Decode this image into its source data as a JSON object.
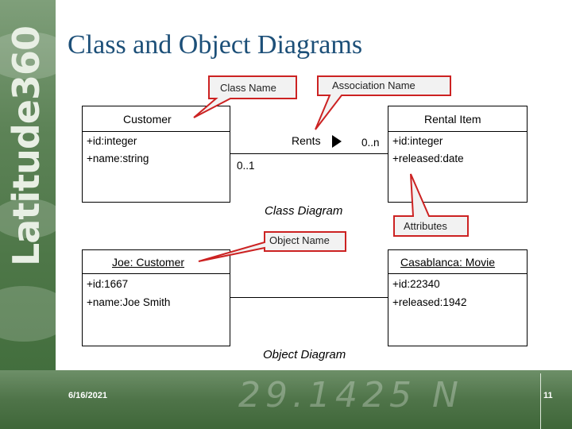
{
  "slide": {
    "title": "Class and Object Diagrams",
    "brand": "Latitude360",
    "date": "6/16/2021",
    "page_number": "11",
    "footer_decoration": "29.1425 N"
  },
  "colors": {
    "title": "#1c4f78",
    "callout_border": "#cc2222",
    "callout_fill": "#f2f2f2",
    "theme_green": "#4e7748"
  },
  "callouts": {
    "class_name": "Class Name",
    "association_name": "Association Name",
    "attributes": "Attributes",
    "object_name": "Object Name"
  },
  "class_diagram": {
    "caption": "Class Diagram",
    "customer": {
      "name": "Customer",
      "attributes": [
        "+id:integer",
        "+name:string"
      ]
    },
    "rental_item": {
      "name": "Rental Item",
      "attributes": [
        "+id:integer",
        "+released:date"
      ]
    },
    "association": {
      "name": "Rents",
      "direction_icon": "triangle-right-icon",
      "multiplicity_left": "0..1",
      "multiplicity_right": "0..n"
    }
  },
  "object_diagram": {
    "caption": "Object Diagram",
    "joe": {
      "name": "Joe: Customer",
      "attributes": [
        "+id:1667",
        "+name:Joe Smith"
      ]
    },
    "casablanca": {
      "name": "Casablanca: Movie",
      "attributes": [
        "+id:22340",
        "+released:1942"
      ]
    }
  }
}
